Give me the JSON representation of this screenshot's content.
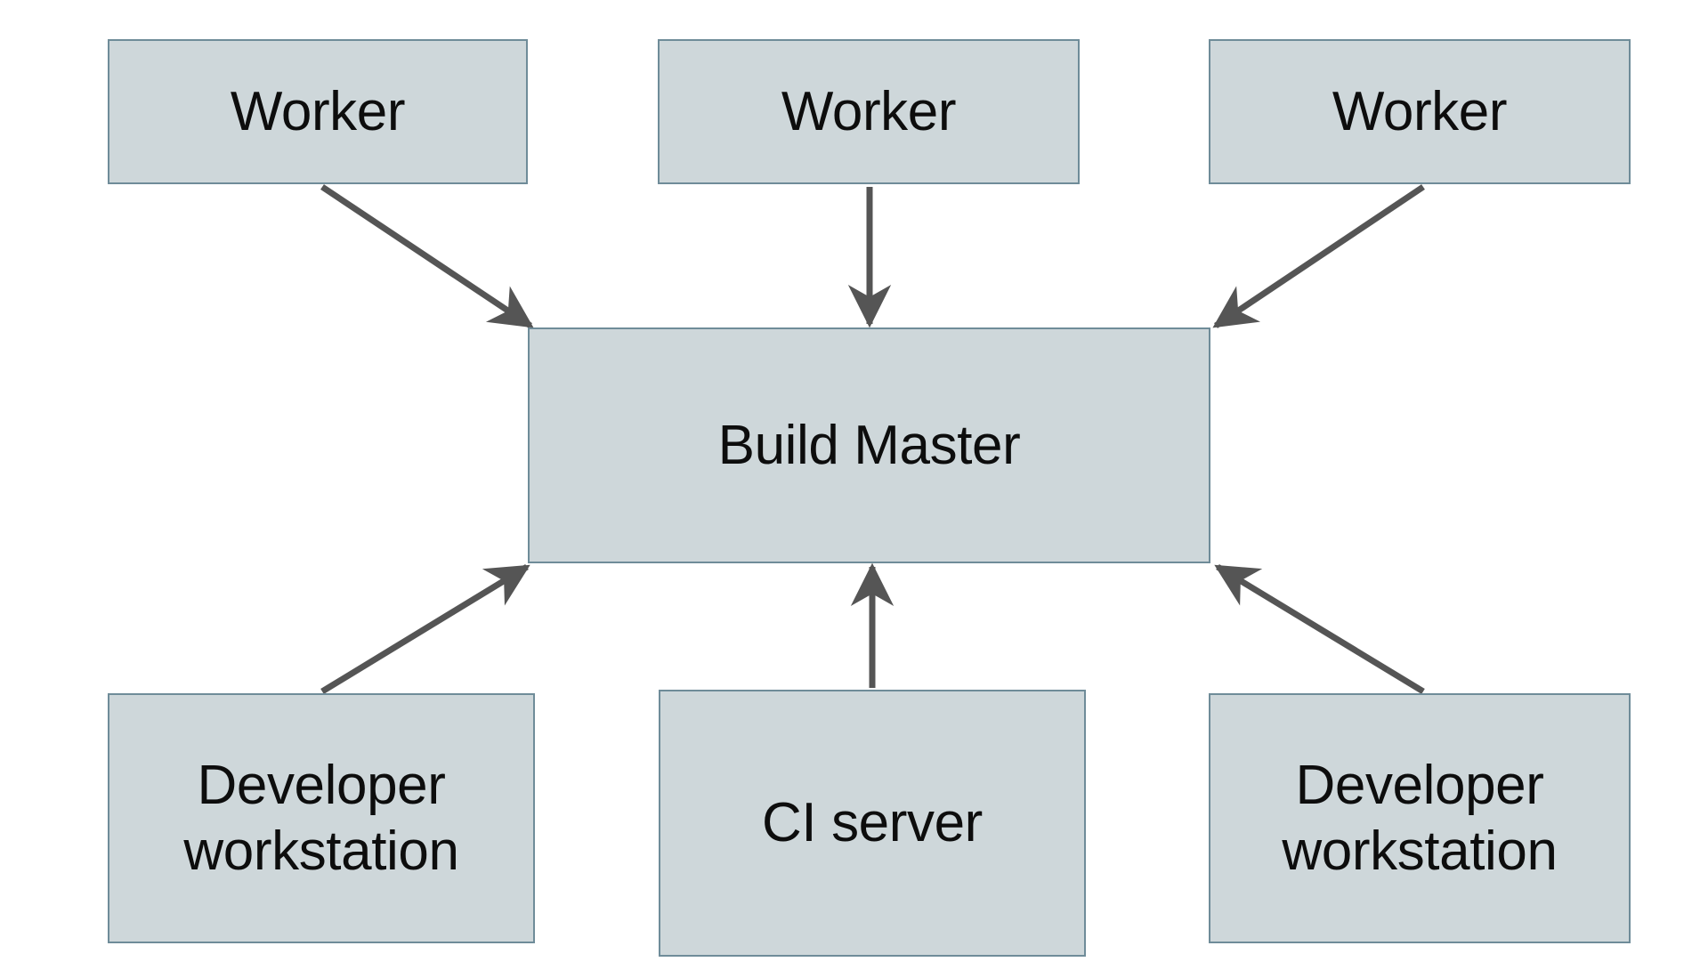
{
  "diagram": {
    "type": "flow-architecture",
    "background_color": "#ffffff",
    "node_fill_color": "#ced7da",
    "node_border_color": "#6f8c99",
    "edge_color": "#555555",
    "text_color": "#0d0d0d",
    "nodes": [
      {
        "id": "worker-1",
        "label": "Worker"
      },
      {
        "id": "worker-2",
        "label": "Worker"
      },
      {
        "id": "worker-3",
        "label": "Worker"
      },
      {
        "id": "build-master",
        "label": "Build Master"
      },
      {
        "id": "dev-left",
        "label": "Developer\nworkstation"
      },
      {
        "id": "ci-server",
        "label": "CI server"
      },
      {
        "id": "dev-right",
        "label": "Developer\nworkstation"
      }
    ],
    "edges": [
      {
        "from": "worker-1",
        "to": "build-master",
        "direction": "down-right",
        "arrowhead": "target"
      },
      {
        "from": "worker-2",
        "to": "build-master",
        "direction": "down",
        "arrowhead": "target"
      },
      {
        "from": "worker-3",
        "to": "build-master",
        "direction": "down-left",
        "arrowhead": "target"
      },
      {
        "from": "dev-left",
        "to": "build-master",
        "direction": "up-right",
        "arrowhead": "target"
      },
      {
        "from": "ci-server",
        "to": "build-master",
        "direction": "up",
        "arrowhead": "target"
      },
      {
        "from": "dev-right",
        "to": "build-master",
        "direction": "up-left",
        "arrowhead": "target"
      }
    ]
  }
}
